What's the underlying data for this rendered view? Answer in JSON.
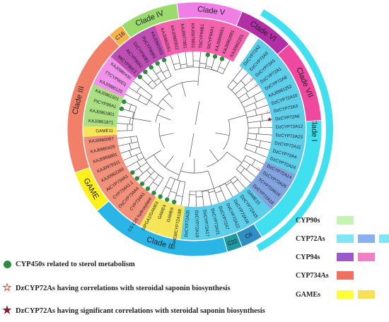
{
  "clades": [
    {
      "name": "Clade I",
      "color": "#40e0f0",
      "start": -58,
      "end": 58,
      "label_angle": 0
    },
    {
      "name": "C6",
      "color": "#2f8ec4",
      "start": 58,
      "end": 68,
      "label_angle": 63
    },
    {
      "name": "C22",
      "color": "#1e9aa0",
      "start": 68,
      "end": 75,
      "label_angle": 71.5
    },
    {
      "name": "Clade II",
      "color": "#29b5e5",
      "start": 75,
      "end": 140,
      "label_angle": 107
    },
    {
      "name": "GAME",
      "color": "#ffef1a",
      "start": 140,
      "end": 160,
      "label_angle": 150
    },
    {
      "name": "Clade III",
      "color": "#f28068",
      "start": 160,
      "end": 228,
      "label_angle": 194
    },
    {
      "name": "C16",
      "color": "#f7b24b",
      "start": 228,
      "end": 235,
      "label_angle": 231.5
    },
    {
      "name": "Clade IV",
      "color": "#9bdb6d",
      "start": 235,
      "end": 262,
      "label_angle": 248
    },
    {
      "name": "Clade V",
      "color": "#ef7fe6",
      "start": 262,
      "end": 292,
      "label_angle": 278
    },
    {
      "name": "Clade VI",
      "color": "#b12ea6",
      "start": 292,
      "end": 318,
      "label_angle": 305
    },
    {
      "name": "Clade VII",
      "color": "#f0479f",
      "start": 318,
      "end": 356,
      "label_angle": 337
    }
  ],
  "leaves": [
    {
      "label": "DzCYP72A2",
      "color": "#3fc6e6",
      "mark": "none"
    },
    {
      "label": "DzCYP72A9",
      "color": "#3fc6e6",
      "mark": "none"
    },
    {
      "label": "DzCYP72A5",
      "color": "#3fc6e6",
      "mark": "open-star"
    },
    {
      "label": "DzCYP72A1",
      "color": "#3fc6e6",
      "mark": "open-star"
    },
    {
      "label": "DzCYP72A8",
      "color": "#3fc6e6",
      "mark": "none"
    },
    {
      "label": "KAJ0961252",
      "color": "#3fc6e6",
      "mark": "none"
    },
    {
      "label": "DzCYP72A10",
      "color": "#3fc6e6",
      "mark": "none"
    },
    {
      "label": "DzCYP72A3",
      "color": "#3fc6e6",
      "mark": "open-star"
    },
    {
      "label": "DzCYP72A6",
      "color": "#3fc6e6",
      "mark": "filled-star"
    },
    {
      "label": "DzCYP72A12",
      "color": "#3fc6e6",
      "mark": "none"
    },
    {
      "label": "DzCYP72A23",
      "color": "#3fc6e6",
      "mark": "none"
    },
    {
      "label": "DzCYP72A11",
      "color": "#3fc6e6",
      "mark": "none"
    },
    {
      "label": "DzCYP72A4",
      "color": "#3fc6e6",
      "mark": "none"
    },
    {
      "label": "DzCYP72A24",
      "color": "#3fc6e6",
      "mark": "none"
    },
    {
      "label": "DzCYP72A14",
      "color": "#6a93d9",
      "mark": "none"
    },
    {
      "label": "DzCYP72A25",
      "color": "#6a93d9",
      "mark": "open-star"
    },
    {
      "label": "TCYP72A616",
      "color": "#6a93d9",
      "mark": "none"
    },
    {
      "label": "DzCYP72A18",
      "color": "#6a93d9",
      "mark": "none"
    },
    {
      "label": "GAME15",
      "color": "#3fc6e6",
      "mark": "none"
    },
    {
      "label": "DzCYP72A15",
      "color": "#3fc6e6",
      "mark": "none"
    },
    {
      "label": "DzCYP72A16",
      "color": "#3fc6e6",
      "mark": "none"
    },
    {
      "label": "DzCYP72A22",
      "color": "#3fc6e6",
      "mark": "none"
    },
    {
      "label": "DzCYP72A7",
      "color": "#3fc6e6",
      "mark": "none"
    },
    {
      "label": "DzCYP72A21",
      "color": "#3fc6e6",
      "mark": "none"
    },
    {
      "label": "DzCYP72A17",
      "color": "#3fc6e6",
      "mark": "none"
    },
    {
      "label": "DzCYP72A19",
      "color": "#3fc6e6",
      "mark": "none"
    },
    {
      "label": "DzCYP72A20",
      "color": "#3fc6e6",
      "mark": "none"
    },
    {
      "label": "GAME8/CYP72A188",
      "color": "#f5e13a",
      "mark": "none"
    },
    {
      "label": "GAME6",
      "color": "#f5e13a",
      "mark": "dot"
    },
    {
      "label": "GAME4",
      "color": "#f5e13a",
      "mark": "dot"
    },
    {
      "label": "StPGA1/GAME6",
      "color": "#f5e13a",
      "mark": "dot"
    },
    {
      "label": "CS C26 hydroxylase",
      "color": "#f07b61",
      "mark": "dot"
    },
    {
      "label": "CYP734A1",
      "color": "#f07b61",
      "mark": "dot"
    },
    {
      "label": "OsCYP734A4",
      "color": "#f07b61",
      "mark": "dot"
    },
    {
      "label": "CYP734A1.1",
      "color": "#f07b61",
      "mark": "dot"
    },
    {
      "label": "AtCYP734A1",
      "color": "#f07b61",
      "mark": "dot"
    },
    {
      "label": "KAJ0962283",
      "color": "#f07b61",
      "mark": "none"
    },
    {
      "label": "KAJ0979311",
      "color": "#f07b61",
      "mark": "none"
    },
    {
      "label": "KAJ0956881",
      "color": "#f07b61",
      "mark": "none"
    },
    {
      "label": "KAJ0960429",
      "color": "#f07b61",
      "mark": "none"
    },
    {
      "label": "KAJ0960097",
      "color": "#f07b61",
      "mark": "none"
    },
    {
      "label": "GAME11",
      "color": "#f5e13a",
      "mark": "none"
    },
    {
      "label": "KAJ0961871",
      "color": "#9bdb6d",
      "mark": "none"
    },
    {
      "label": "KAJ0961801",
      "color": "#9bdb6d",
      "mark": "none"
    },
    {
      "label": "PtCYP90A1",
      "color": "#9bdb6d",
      "mark": "dot"
    },
    {
      "label": "KAJ0961501",
      "color": "#9bdb6d",
      "mark": "dot"
    },
    {
      "label": "KAJ0980120",
      "color": "#ef7fe6",
      "mark": "none"
    },
    {
      "label": "TTCYP90D1",
      "color": "#ef7fe6",
      "mark": "none"
    },
    {
      "label": "KAJ0980430",
      "color": "#ef7fe6",
      "mark": "none"
    },
    {
      "label": "MtCYP90C1",
      "color": "#b12ea6",
      "mark": "dot"
    },
    {
      "label": "AtCYP90A1",
      "color": "#b12ea6",
      "mark": "dot"
    },
    {
      "label": "DzCYP90B1",
      "color": "#b12ea6",
      "mark": "dot"
    },
    {
      "label": "PpCYP90B1",
      "color": "#b12ea6",
      "mark": "dot"
    },
    {
      "label": "KAJ0961501",
      "color": "#b12ea6",
      "mark": "dot"
    },
    {
      "label": "KAJ0962051",
      "color": "#f0479f",
      "mark": "none"
    },
    {
      "label": "KAJ0960812",
      "color": "#f0479f",
      "mark": "none"
    },
    {
      "label": "KAJ0977851",
      "color": "#f0479f",
      "mark": "none"
    },
    {
      "label": "KAJ0976811",
      "color": "#f0479f",
      "mark": "none"
    },
    {
      "label": "TbCYP94B1",
      "color": "#f0479f",
      "mark": "none"
    },
    {
      "label": "StCYP94A1",
      "color": "#f0479f",
      "mark": "dot"
    },
    {
      "label": "KAJ0969651",
      "color": "#f0479f",
      "mark": "dot"
    },
    {
      "label": "KAJ0962891",
      "color": "#f0479f",
      "mark": "dot"
    },
    {
      "label": "KAJ0962201",
      "color": "#f0479f",
      "mark": "none"
    }
  ],
  "legend": [
    {
      "mark": "dot",
      "text": "CYP450s related to sterol metabolism"
    },
    {
      "mark": "open-star",
      "text": "DzCYP72As having correlations with steroidal saponin biosynthesis"
    },
    {
      "mark": "filled-star",
      "text": "DzCYP72As having significant correlations with steroidal saponin biosynthesis"
    }
  ],
  "family_key": [
    {
      "label": "CYP90s",
      "swatches": [
        "#c6f2b6"
      ]
    },
    {
      "label": "CYP72As",
      "swatches": [
        "#7fe6f7",
        "#8ab0f0",
        "#7fe6f7"
      ]
    },
    {
      "label": "CYP94s",
      "swatches": [
        "#9b59c9",
        "#f07fc7"
      ]
    },
    {
      "label": "CYP734As",
      "swatches": [
        "#ef7060"
      ]
    },
    {
      "label": "GAMEs",
      "swatches": [
        "#ffff3a",
        "#f9e052"
      ]
    }
  ],
  "colors": {
    "dot": "#2e8b3e",
    "open_star": "#e0504a",
    "filled_star": "#8b1a2e",
    "branch": "#333333"
  }
}
